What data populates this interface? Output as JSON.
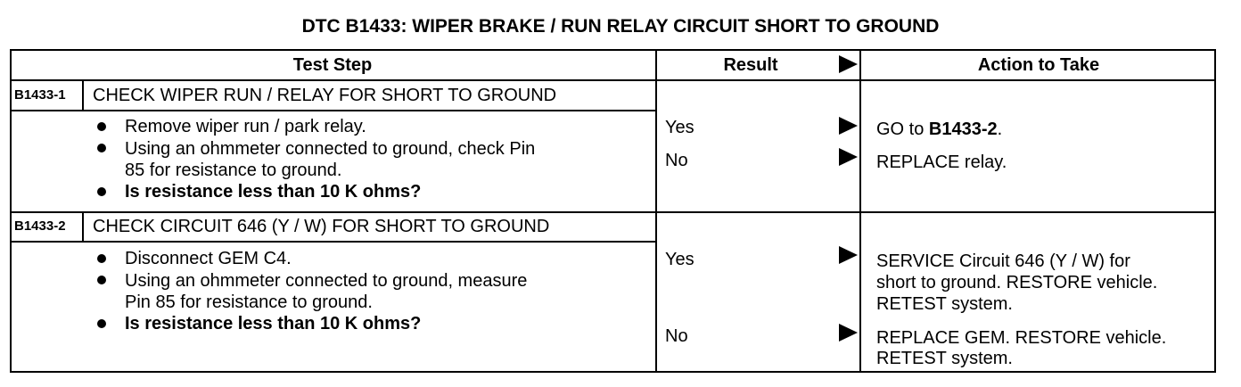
{
  "title": "DTC B1433: WIPER BRAKE / RUN RELAY CIRCUIT SHORT TO GROUND",
  "header": {
    "test_step": "Test Step",
    "result": "Result",
    "action": "Action to Take"
  },
  "steps": [
    {
      "id": "B1433-1",
      "heading": "CHECK WIPER RUN / RELAY FOR SHORT TO GROUND",
      "bullets": [
        "Remove wiper run / park relay.",
        "Using an ohmmeter connected to ground, check Pin",
        "85 for resistance to ground.",
        "Is resistance less than 10 K ohms?"
      ],
      "results": [
        {
          "result": "Yes",
          "action_pre": "GO to ",
          "action_bold": "B1433-2",
          "action_post": "."
        },
        {
          "result": "No",
          "action": "REPLACE relay."
        }
      ]
    },
    {
      "id": "B1433-2",
      "heading": "CHECK CIRCUIT 646 (Y / W) FOR SHORT TO GROUND",
      "bullets": [
        "Disconnect GEM C4.",
        "Using an ohmmeter connected to ground, measure",
        "Pin 85 for resistance to ground.",
        "Is resistance less than 10 K ohms?"
      ],
      "results": [
        {
          "result": "Yes",
          "action_lines": [
            "SERVICE Circuit 646 (Y / W) for",
            "short to ground. RESTORE vehicle.",
            "RETEST system."
          ]
        },
        {
          "result": "No",
          "action_lines": [
            "REPLACE GEM. RESTORE vehicle.",
            "RETEST system."
          ]
        }
      ]
    }
  ]
}
